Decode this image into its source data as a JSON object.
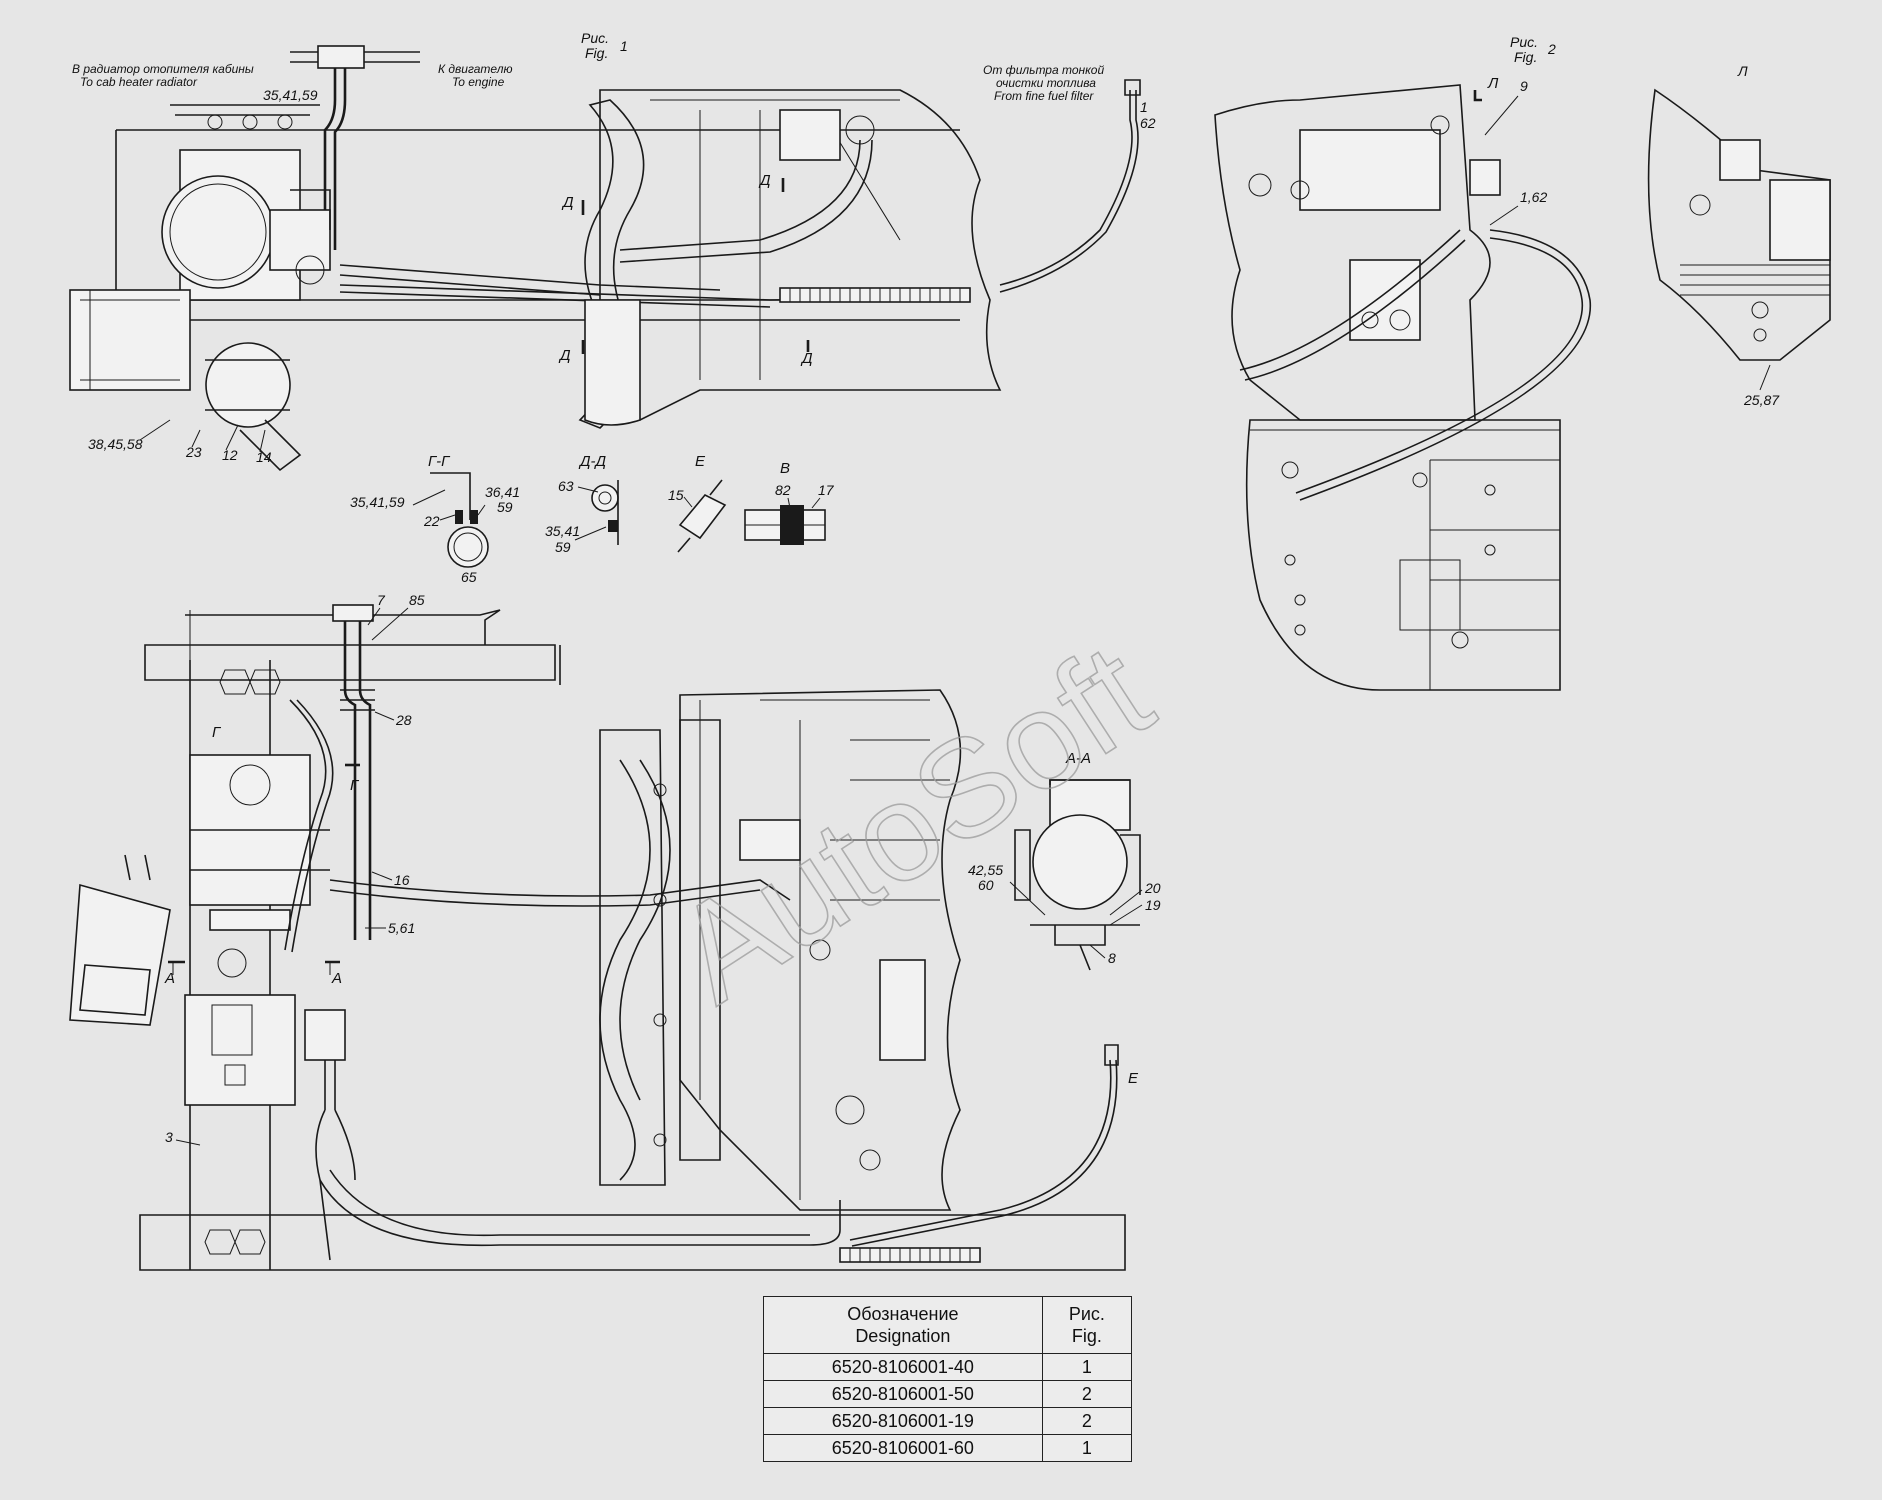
{
  "watermark": "AutoSoft",
  "figures": {
    "fig1_ru": "Рис.",
    "fig1_en": "Fig.",
    "fig1_num": "1",
    "fig2_ru": "Рис.",
    "fig2_en": "Fig.",
    "fig2_num": "2",
    "view_l": "Л"
  },
  "annotations": {
    "heater_ru": "В радиатор отопителя кабины",
    "heater_en": "To cab heater radiator",
    "engine_ru": "К двигателю",
    "engine_en": "To engine",
    "filter_ru_1": "От фильтра тонкой",
    "filter_ru_2": "очистки топлива",
    "filter_en": "From fine fuel filter"
  },
  "sections": {
    "g_g": "Г-Г",
    "d_d": "Д-Д",
    "e": "Е",
    "v": "В",
    "a_a": "А-А",
    "l_arrow": "Л",
    "d_marks": "Д",
    "g_mark": "Г",
    "a_mark": "А",
    "e_mark": "Е"
  },
  "callouts": {
    "c_35_41_59_top": "35,41,59",
    "c_1": "1",
    "c_62": "62",
    "c_9": "9",
    "c_1_62": "1,62",
    "c_25_87": "25,87",
    "c_38_45_58": "38,45,58",
    "c_23": "23",
    "c_12": "12",
    "c_14": "14",
    "c_35_41_59_gg": "35,41,59",
    "c_22": "22",
    "c_36_41": "36,41",
    "c_59_gg": "59",
    "c_65": "65",
    "c_63": "63",
    "c_35_41": "35,41",
    "c_59_dd": "59",
    "c_15": "15",
    "c_82": "82",
    "c_17": "17",
    "c_7": "7",
    "c_85": "85",
    "c_28": "28",
    "c_16": "16",
    "c_5_61": "5,61",
    "c_3": "3",
    "c_42_55": "42,55",
    "c_60": "60",
    "c_20": "20",
    "c_19": "19",
    "c_8": "8"
  },
  "table": {
    "header_designation_ru": "Обозначение",
    "header_designation_en": "Designation",
    "header_fig_ru": "Рис.",
    "header_fig_en": "Fig.",
    "rows": [
      {
        "designation": "6520-8106001-40",
        "fig": "1"
      },
      {
        "designation": "6520-8106001-50",
        "fig": "2"
      },
      {
        "designation": "6520-8106001-19",
        "fig": "2"
      },
      {
        "designation": "6520-8106001-60",
        "fig": "1"
      }
    ]
  }
}
